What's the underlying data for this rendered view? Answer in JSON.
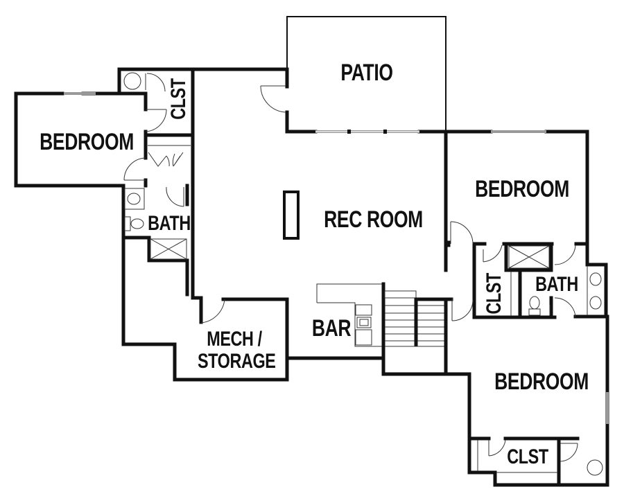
{
  "plan": {
    "type": "floor-plan",
    "colors": {
      "wall": "#111111",
      "window": "#999999",
      "background": "#ffffff"
    }
  },
  "rooms": {
    "patio": {
      "label": "PATIO"
    },
    "bedroom_west": {
      "label": "BEDROOM"
    },
    "closet_west": {
      "label": "CLST"
    },
    "bath_west": {
      "label": "BATH"
    },
    "rec_room": {
      "label": "REC ROOM"
    },
    "bedroom_east": {
      "label": "BEDROOM"
    },
    "closet_east": {
      "label": "CLST"
    },
    "bath_east": {
      "label": "BATH"
    },
    "bar": {
      "label": "BAR"
    },
    "mech_storage": {
      "label_line1": "MECH /",
      "label_line2": "STORAGE"
    },
    "bedroom_southeast": {
      "label": "BEDROOM"
    },
    "closet_southeast": {
      "label": "CLST"
    }
  },
  "fixtures": {
    "icons": [
      "water-heater-icon",
      "sink-icon",
      "toilet-icon",
      "shower-icon",
      "stairs-icon",
      "fireplace-icon",
      "bar-sink-icon",
      "door-swing-icon",
      "window-icon"
    ]
  }
}
